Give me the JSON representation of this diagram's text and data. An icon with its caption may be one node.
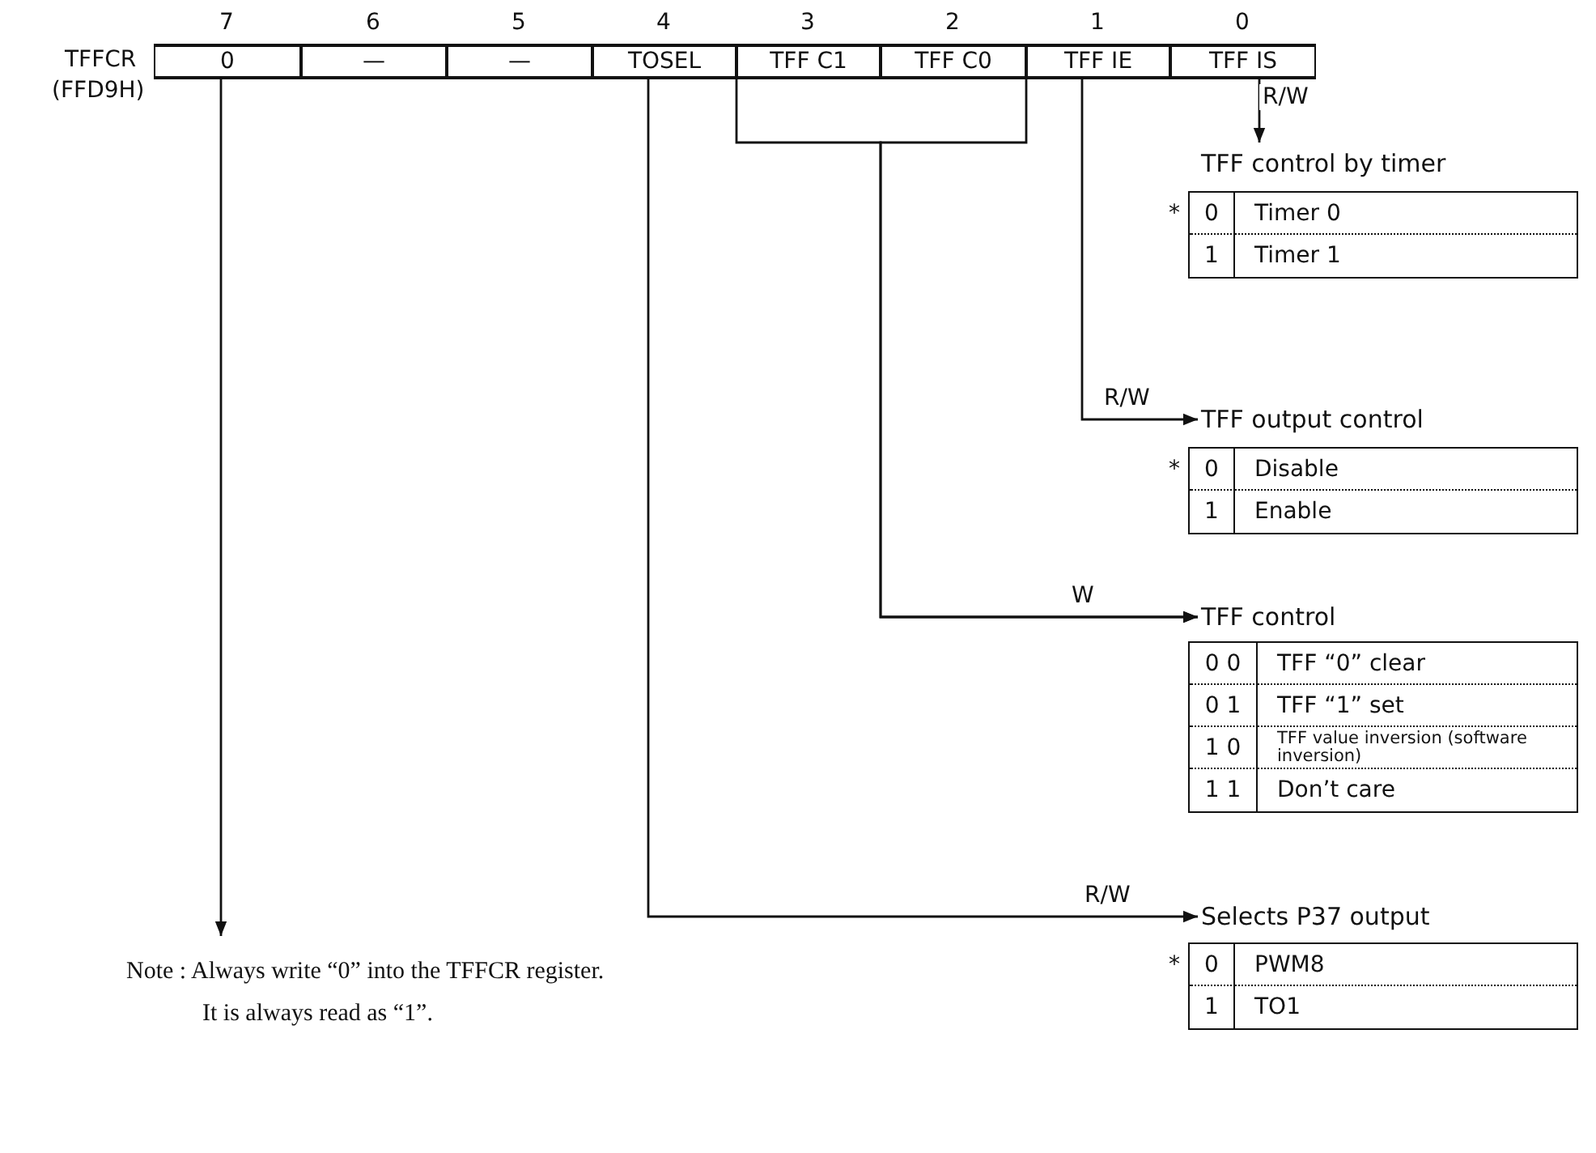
{
  "diagram": {
    "nodes": [
      {
        "text": [
          "0"
        ]
      },
      {
        "text": [
          "—"
        ]
      },
      {
        "text": [
          "—"
        ]
      },
      {
        "text": [
          "TOSEL"
        ]
      },
      {
        "text": [
          "TFF C1"
        ]
      },
      {
        "text": [
          "TFF C0"
        ]
      },
      {
        "text": [
          "TFF IE"
        ]
      },
      {
        "text": [
          "TFF IS"
        ]
      },
      {
        "text": [
          "TFF control by timer"
        ]
      },
      {
        "text": [
          "TFF output control"
        ]
      },
      {
        "text": [
          "TFF control"
        ]
      },
      {
        "text": [
          "Selects P37 output"
        ]
      },
      {
        "text": [
          "Note : Always write “0” into the TFFCR register.",
          "It is always read as “1”."
        ]
      }
    ],
    "edges": [
      {
        "from": 7,
        "to": 8,
        "arrow": "to",
        "label": "R/W"
      },
      {
        "from": 6,
        "to": 9,
        "arrow": "to",
        "label": "R/W"
      },
      {
        "from": 4,
        "to": 10,
        "arrow": "to",
        "label": "W"
      },
      {
        "from": 5,
        "to": 10,
        "arrow": "to"
      },
      {
        "from": 3,
        "to": 11,
        "arrow": "to",
        "label": "R/W"
      },
      {
        "from": 0,
        "to": 12,
        "arrow": "to"
      }
    ],
    "labels": [
      "7",
      "6",
      "5",
      "4",
      "3",
      "2",
      "1",
      "0",
      "TFFCR",
      "(FFD9H)",
      "*",
      "0",
      "Timer 0",
      "1",
      "Timer 1",
      "*",
      "0",
      "Disable",
      "1",
      "Enable",
      "0 0",
      "TFF “0” clear",
      "0 1",
      "TFF “1” set",
      "1 0",
      "TFF value inversion (software inversion)",
      "1 1",
      "Don’t care",
      "*",
      "0",
      "PWM8",
      "1",
      "TO1"
    ]
  }
}
